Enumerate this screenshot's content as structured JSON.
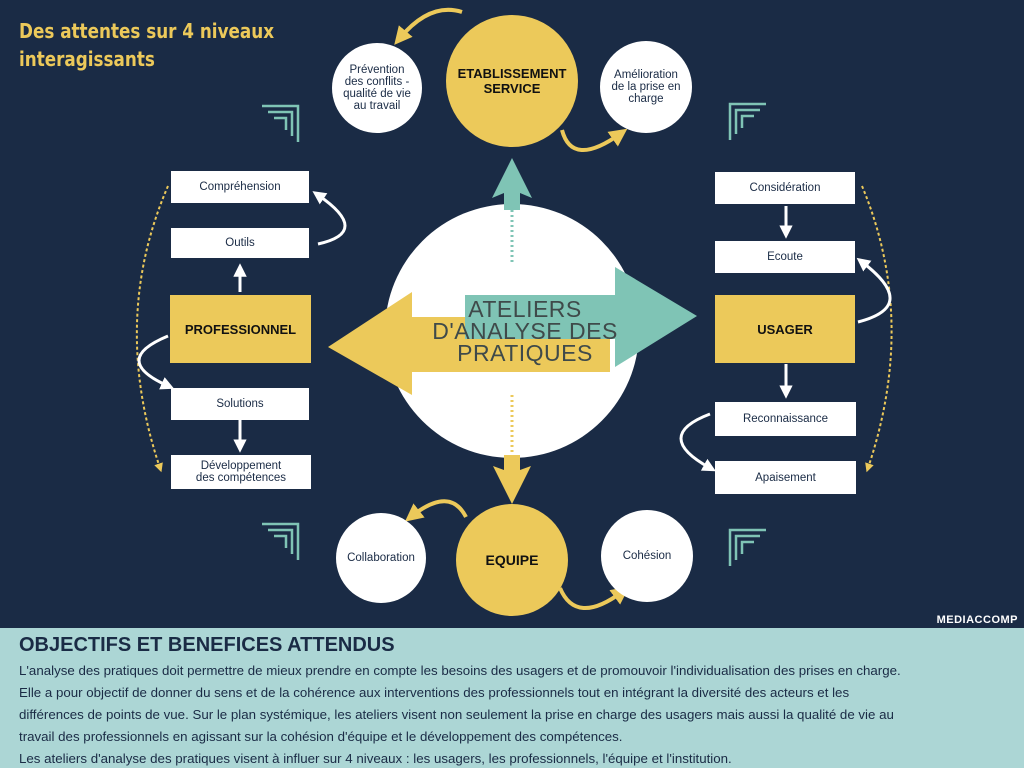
{
  "header": {
    "title_line1": "Des attentes sur 4 niveaux",
    "title_line2": "interagissants"
  },
  "center": {
    "line1": "ATELIERS",
    "line2": "D'ANALYSE DES",
    "line3": "PRATIQUES"
  },
  "etablissement": {
    "label_line1": "ETABLISSEMENT",
    "label_line2": "SERVICE",
    "left_line1": "Prévention",
    "left_line2": "des conflits -",
    "left_line3": "qualité de vie",
    "left_line4": "au travail",
    "right_line1": "Amélioration",
    "right_line2": "de la prise en",
    "right_line3": "charge"
  },
  "equipe": {
    "label": "EQUIPE",
    "left": "Collaboration",
    "right": "Cohésion"
  },
  "professionnel": {
    "label": "PROFESSIONNEL",
    "items": [
      "Compréhension",
      "Outils",
      "Solutions"
    ],
    "last_line1": "Développement",
    "last_line2": "des compétences"
  },
  "usager": {
    "label": "USAGER",
    "items": [
      "Considération",
      "Ecoute",
      "Reconnaissance",
      "Apaisement"
    ]
  },
  "brand": "MEDIACCOMP",
  "bottom": {
    "title": "OBJECTIFS ET BENEFICES ATTENDUS",
    "p1": "L'analyse des pratiques doit permettre de mieux prendre en compte les besoins des usagers et de promouvoir l'individualisation des prises en charge.",
    "p2a": "Elle a pour objectif de donner du sens et de la cohérence aux interventions des professionnels tout en intégrant la diversité des acteurs et les",
    "p2b": "différences de points de vue. Sur le plan systémique, les ateliers visent non seulement la prise en charge des usagers mais aussi la qualité de vie au",
    "p2c": "travail des professionnels en agissant sur la cohésion d'équipe et le développement des compétences.",
    "p3": "Les ateliers d'analyse des pratiques visent à influer sur 4 niveaux : les usagers, les professionnels, l'équipe et l'institution."
  },
  "colors": {
    "background": "#1a2b45",
    "yellow": "#ecc95a",
    "teal": "#7fc4b5",
    "panel": "#acd6d5",
    "white": "#ffffff"
  }
}
